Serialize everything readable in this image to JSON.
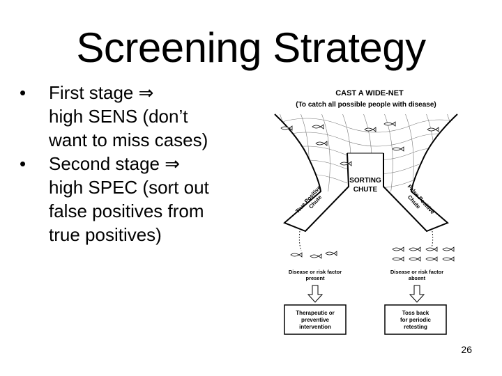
{
  "slide": {
    "title": "Screening Strategy",
    "bullets": [
      {
        "marker": "•",
        "lines": [
          "First stage ⇒",
          "high SENS (don’t",
          "want to miss cases)"
        ]
      },
      {
        "marker": "•",
        "lines": [
          "Second stage ⇒",
          "high SPEC (sort out",
          "false positives from",
          "true positives)"
        ]
      }
    ],
    "slide_number": "26"
  },
  "figure": {
    "header_line1": "CAST  A  WIDE-NET",
    "header_line2": "(To  catch  all  possible  people  with  disease)",
    "sorting_line1": "SORTING",
    "sorting_line2": "CHUTE",
    "true_chute_line1": "True Positive",
    "true_chute_line2": "Chute",
    "false_chute_line1": "False Positive",
    "false_chute_line2": "Chute",
    "left_caption_line1": "Disease  or  risk  factor",
    "left_caption_line2": "present",
    "right_caption_line1": "Disease  or  risk  factor",
    "right_caption_line2": "absent",
    "left_box": [
      "Therapeutic  or",
      "preventive",
      "intervention"
    ],
    "right_box": [
      "Toss  back",
      "for  periodic",
      "retesting"
    ]
  }
}
